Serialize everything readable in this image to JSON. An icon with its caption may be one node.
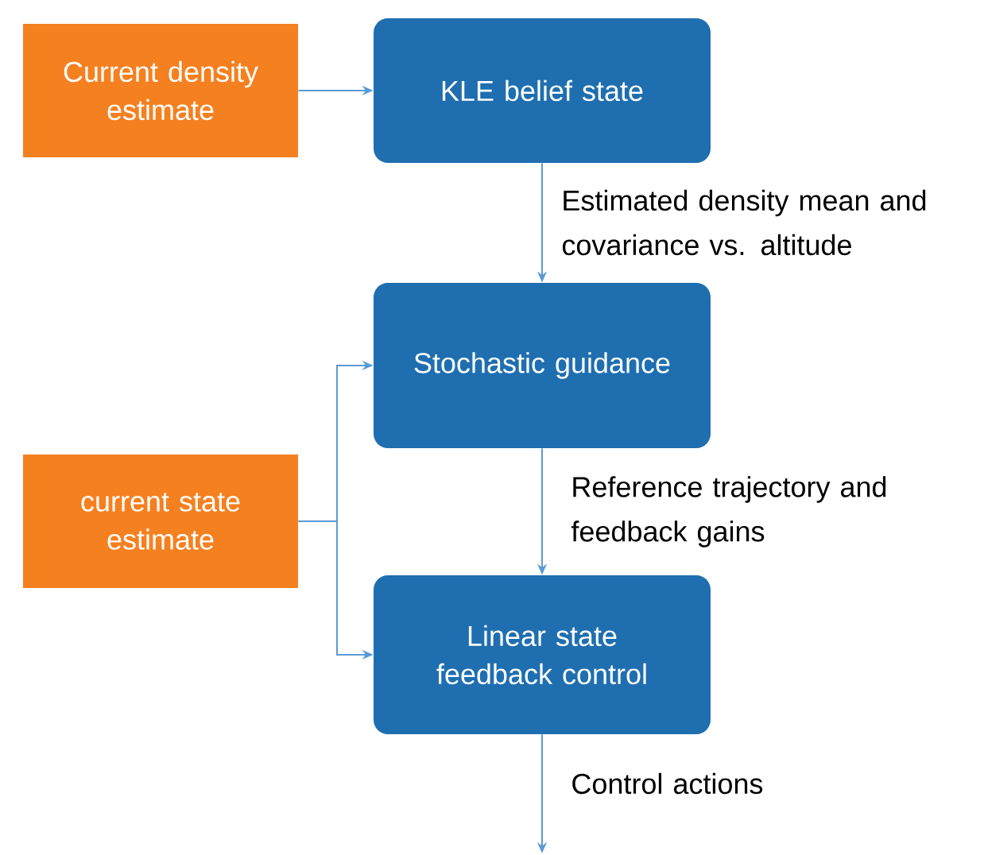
{
  "diagram": {
    "nodes": [
      {
        "text": [
          "Current density estimate"
        ]
      },
      {
        "text": [
          "KLE belief state"
        ]
      },
      {
        "text": [
          "Stochastic guidance"
        ]
      },
      {
        "text": [
          "current state estimate"
        ]
      },
      {
        "text": [
          "Linear state feedback control"
        ]
      }
    ],
    "edges": [
      {
        "from": 0,
        "to": 1,
        "arrow": "to"
      },
      {
        "from": 1,
        "to": 2,
        "arrow": "to",
        "label": "Estimated density mean and covariance vs. altitude"
      },
      {
        "from": 2,
        "to": 4,
        "arrow": "to",
        "label": "Reference trajectory and feedback gains"
      },
      {
        "from": 3,
        "to": 2,
        "arrow": "to"
      },
      {
        "from": 3,
        "to": 4,
        "arrow": "to"
      },
      {
        "from": 4,
        "to": null,
        "arrow": "to",
        "label": "Control actions"
      }
    ]
  }
}
